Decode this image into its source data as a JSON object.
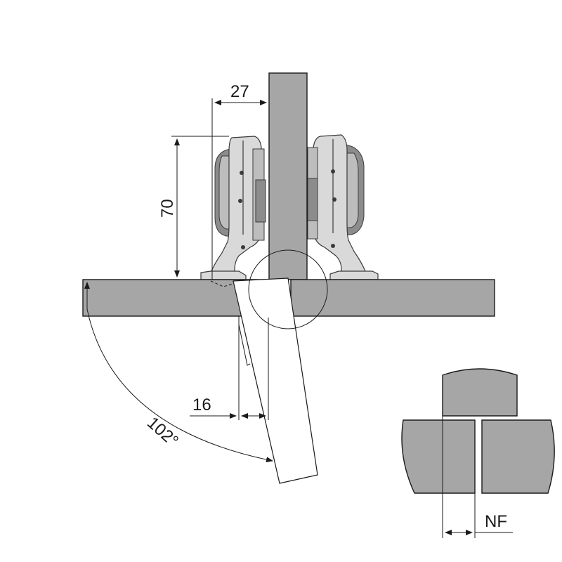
{
  "dimensions": {
    "width_27": "27",
    "height_70": "70",
    "offset_16": "16",
    "angle_102": "102°",
    "detail_nf": "NF"
  },
  "colors": {
    "panel": "#a6a6a6",
    "hinge_light": "#d9d9d9",
    "hinge_dark": "#8c8c8c",
    "line": "#1a1a1a"
  }
}
